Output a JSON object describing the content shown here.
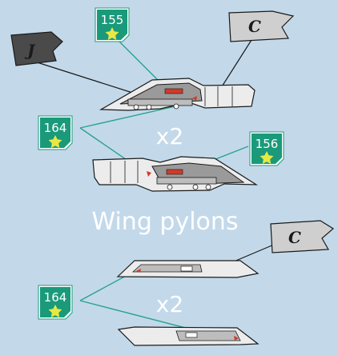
{
  "labels": {
    "quantity_top": "x2",
    "section_title": "Wing pylons",
    "quantity_bottom": "x2"
  },
  "flags": {
    "top_left": "J",
    "top_right": "C",
    "bottom_right": "C"
  },
  "badges": {
    "b155": "155",
    "b164_top": "164",
    "b156": "156",
    "b164_bottom": "164"
  },
  "colors": {
    "background": "#c3d9ea",
    "badge": "#1a9a7a",
    "leader_line": "#2aa28e",
    "flag_dark": "#4a4a4a",
    "flag_light": "#cfcfcf",
    "star": "#e8e845",
    "marker_red": "#d23a2a"
  }
}
